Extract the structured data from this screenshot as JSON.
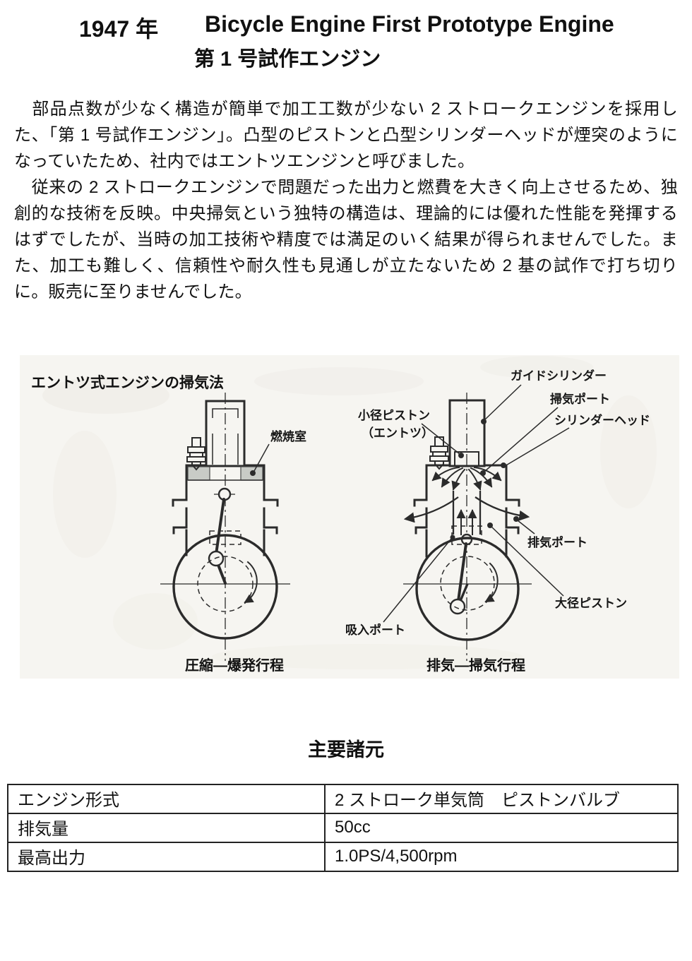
{
  "title": {
    "year": "1947 年",
    "english": "Bicycle Engine First Prototype Engine",
    "japanese": "第 1 号試作エンジン"
  },
  "body": {
    "paragraph1": "　部品点数が少なく構造が簡単で加工工数が少ない 2 ストロークエンジンを採用した、「第 1 号試作エンジン」。凸型のピストンと凸型シリンダーヘッドが煙突のようになっていたため、社内ではエントツエンジンと呼びました。",
    "paragraph2": "　従来の 2 ストロークエンジンで問題だった出力と燃費を大きく向上させるため、独創的な技術を反映。中央掃気という独特の構造は、理論的には優れた性能を発揮するはずでしたが、当時の加工技術や精度では満足のいく結果が得られませんでした。また、加工も難しく、信頼性や耐久性も見通しが立たないため 2 基の試作で打ち切りに。販売に至りませんでした。"
  },
  "diagram": {
    "title": "エントツ式エンジンの掃気法",
    "left": {
      "combustion_chamber": "燃焼室",
      "caption": "圧縮―爆発行程"
    },
    "right": {
      "guide_cylinder": "ガイドシリンダー",
      "scavenging_port": "掃気ポート",
      "cylinder_head": "シリンダーヘッド",
      "small_piston_line1": "小径ピストン",
      "small_piston_line2": "（エントツ）",
      "exhaust_port": "排気ポート",
      "large_piston": "大径ピストン",
      "intake_port": "吸入ポート",
      "caption": "排気―掃気行程"
    }
  },
  "spec": {
    "heading": "主要諸元",
    "rows": [
      {
        "label": "エンジン形式",
        "value": "2 ストローク単気筒　ピストンバルブ"
      },
      {
        "label": "排気量",
        "value": "50cc"
      },
      {
        "label": "最高出力",
        "value": "1.0PS/4,500rpm"
      }
    ]
  },
  "colors": {
    "page_background": "#ffffff",
    "scan_background": "#f6f5f1",
    "line": "#2b2b2b",
    "combustion_shade": "#c8cbc6",
    "text": "#111111"
  }
}
